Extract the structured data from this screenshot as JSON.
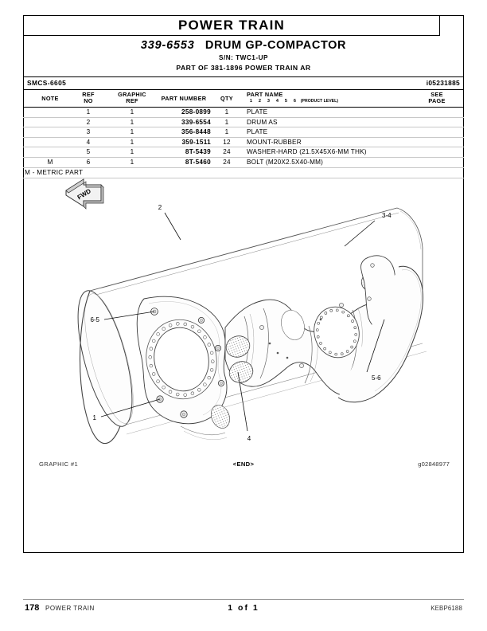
{
  "banner": {
    "title": "POWER TRAIN"
  },
  "title_block": {
    "part_number": "339-6553",
    "part_name": "DRUM GP-COMPACTOR",
    "serial": "S/N: TWC1-UP",
    "part_of": "PART OF 381-1896 POWER TRAIN AR"
  },
  "smcs_row": {
    "smcs": "SMCS-6605",
    "doc_id": "i05231885"
  },
  "table": {
    "headers": {
      "note": "NOTE",
      "ref_no_1": "REF",
      "ref_no_2": "NO",
      "graphic_ref_1": "GRAPHIC",
      "graphic_ref_2": "REF",
      "part_number": "PART NUMBER",
      "qty": "QTY",
      "part_name": "PART NAME",
      "product_levels": [
        "1",
        "2",
        "3",
        "4",
        "5",
        "6"
      ],
      "product_level_label": "(PRODUCT LEVEL)",
      "see_page_1": "SEE",
      "see_page_2": "PAGE"
    },
    "rows": [
      {
        "note": "",
        "ref_no": "1",
        "graphic_ref": "1",
        "part_number": "258-0899",
        "qty": "1",
        "part_name": "PLATE",
        "see_page": ""
      },
      {
        "note": "",
        "ref_no": "2",
        "graphic_ref": "1",
        "part_number": "339-6554",
        "qty": "1",
        "part_name": "DRUM AS",
        "see_page": ""
      },
      {
        "note": "",
        "ref_no": "3",
        "graphic_ref": "1",
        "part_number": "356-8448",
        "qty": "1",
        "part_name": "PLATE",
        "see_page": ""
      },
      {
        "note": "",
        "ref_no": "4",
        "graphic_ref": "1",
        "part_number": "359-1511",
        "qty": "12",
        "part_name": "MOUNT-RUBBER",
        "see_page": ""
      },
      {
        "note": "",
        "ref_no": "5",
        "graphic_ref": "1",
        "part_number": "8T-5439",
        "qty": "24",
        "part_name": "WASHER-HARD  (21.5X45X6-MM THK)",
        "see_page": ""
      },
      {
        "note": "M",
        "ref_no": "6",
        "graphic_ref": "1",
        "part_number": "8T-5460",
        "qty": "24",
        "part_name": "BOLT  (M20X2.5X40-MM)",
        "see_page": ""
      }
    ],
    "footnote": "M - METRIC PART"
  },
  "illustration": {
    "orientation_label": "FWD",
    "callouts": [
      {
        "id": "2",
        "label": "2"
      },
      {
        "id": "3-4",
        "label": "3-4"
      },
      {
        "id": "6-5",
        "label": "6-5"
      },
      {
        "id": "5-6",
        "label": "5-6"
      },
      {
        "id": "1",
        "label": "1"
      },
      {
        "id": "4",
        "label": "4"
      }
    ]
  },
  "graphic_footer": {
    "graphic_label": "GRAPHIC #1",
    "end_marker": "<END>",
    "graphic_id": "g02848977"
  },
  "page_footer": {
    "page_number": "178",
    "section": "POWER TRAIN",
    "page_of": "1  of  1",
    "manual_id": "KEBP6188"
  }
}
